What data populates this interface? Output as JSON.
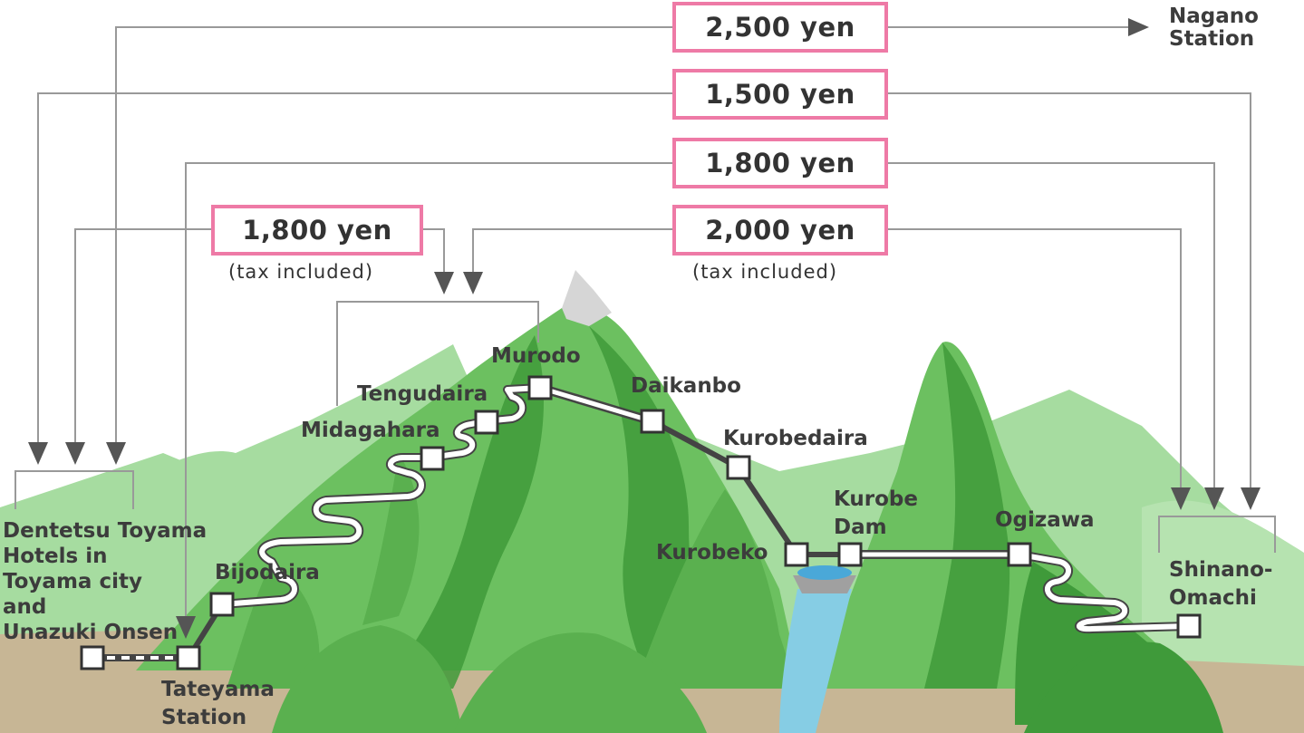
{
  "fares": [
    {
      "id": "fare-2500",
      "label": "2,500 yen"
    },
    {
      "id": "fare-1500",
      "label": "1,500 yen"
    },
    {
      "id": "fare-1800-right",
      "label": "1,800 yen"
    },
    {
      "id": "fare-1800-left",
      "label": "1,800 yen",
      "note": "(tax included)"
    },
    {
      "id": "fare-2000",
      "label": "2,000 yen",
      "note": "(tax included)"
    }
  ],
  "stations": {
    "nagano_line1": "Nagano",
    "nagano_line2": "Station",
    "hotels_line1": "Dentetsu Toyama",
    "hotels_line2": "Hotels in",
    "hotels_line3": "Toyama city",
    "hotels_line4": "and",
    "hotels_line5": "Unazuki Onsen",
    "tateyama_line1": "Tateyama",
    "tateyama_line2": "Station",
    "bijodaira": "Bijodaira",
    "midagahara": "Midagahara",
    "tengudaira": "Tengudaira",
    "murodo": "Murodo",
    "daikanbo": "Daikanbo",
    "kurobedaira": "Kurobedaira",
    "kurobeko": "Kurobeko",
    "kurobe_dam_line1": "Kurobe",
    "kurobe_dam_line2": "Dam",
    "ogizawa": "Ogizawa",
    "shinano_line1": "Shinano-",
    "shinano_line2": "Omachi"
  },
  "colors": {
    "fare_border": "#ee7aa6",
    "bracket_line": "#999999",
    "route_line": "#444444",
    "light_mountain": "#a6dca0",
    "mid_mountain": "#6cc060",
    "dark_mountain": "#3f9a3a",
    "ground": "#c7b695",
    "river": "#86cde4",
    "snow": "#d6d6d6"
  }
}
